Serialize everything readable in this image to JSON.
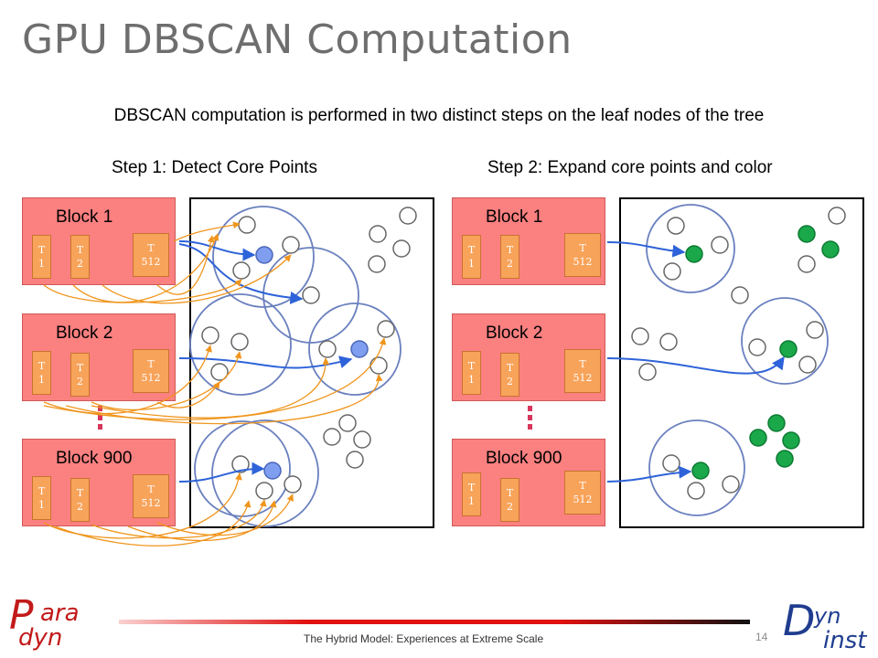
{
  "title": "GPU DBSCAN Computation",
  "subtitle": "DBSCAN computation is performed in two distinct steps on the leaf nodes of the tree",
  "steps": [
    {
      "heading": "Step 1: Detect Core Points",
      "blocks": [
        {
          "label": "Block 1",
          "threads": [
            "T\n1",
            "T\n2",
            "T\n512"
          ]
        },
        {
          "label": "Block 2",
          "threads": [
            "T\n1",
            "T\n2",
            "T\n512"
          ]
        },
        {
          "label": "Block 900",
          "threads": [
            "T\n1",
            "T\n2",
            "T\n512"
          ]
        }
      ]
    },
    {
      "heading": "Step 2: Expand core points and color",
      "blocks": [
        {
          "label": "Block 1",
          "threads": [
            "T\n1",
            "T\n2",
            "T\n512"
          ]
        },
        {
          "label": "Block 2",
          "threads": [
            "T\n1",
            "T\n2",
            "T\n512"
          ]
        },
        {
          "label": "Block 900",
          "threads": [
            "T\n1",
            "T\n2",
            "T\n512"
          ]
        }
      ]
    }
  ],
  "colors": {
    "block_fill": "#fb8080",
    "thread_fill": "#f8a35a",
    "neighborhood_ring": "#6a80bf",
    "core_point_step1": "#7f9ef0",
    "core_point_step2": "#1aa84a",
    "arrow_blue": "#2e63d9",
    "arrow_orange": "#f0951c"
  },
  "footer": {
    "text": "The Hybrid Model: Experiences at Extreme Scale",
    "page_number": "14"
  },
  "logos": {
    "left": {
      "big_letter": "P",
      "upper": "ara",
      "lower": "dyn"
    },
    "right": {
      "big_letter": "D",
      "upper": "yn",
      "lower": "inst"
    }
  }
}
